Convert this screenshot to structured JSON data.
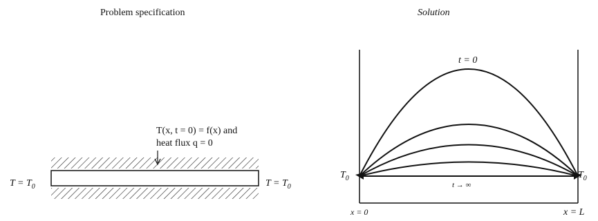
{
  "left_panel": {
    "heading": "Problem specification",
    "condition_line1": "T(x, t = 0) = f(x) and",
    "condition_line2": "heat flux q = 0",
    "left_boundary": "T = T",
    "left_boundary_sub": "0",
    "right_boundary": "T = T",
    "right_boundary_sub": "0"
  },
  "right_panel": {
    "heading": "Solution",
    "curve_top_label": "t = 0",
    "curve_limit_label": "t → ∞",
    "left_temp": "T",
    "left_temp_sub": "0",
    "right_temp": "T",
    "right_temp_sub": "0",
    "x_left_label": "x = 0",
    "x_right_label": "x = L"
  }
}
